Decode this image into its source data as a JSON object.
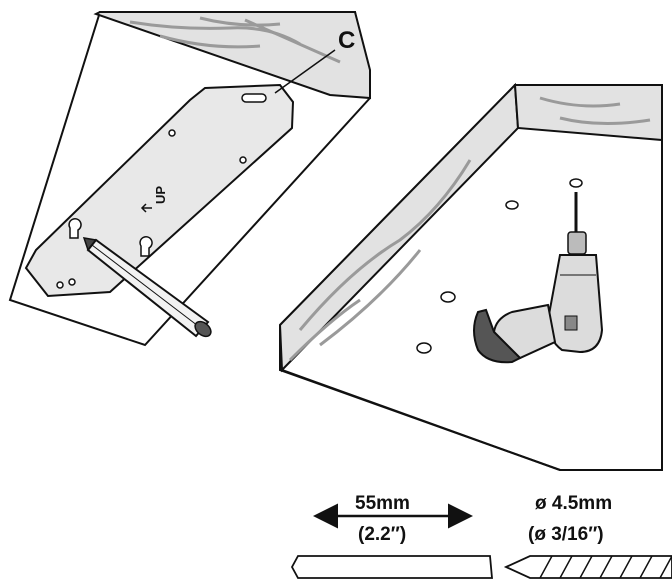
{
  "callout": {
    "letter": "C"
  },
  "plate": {
    "marking": "UP"
  },
  "length": {
    "metric": "55mm",
    "imperial": "(2.2″)"
  },
  "drill_bit": {
    "metric": "ø 4.5mm",
    "imperial": "(ø 3/16″)"
  },
  "colors": {
    "line": "#111111",
    "wood": "#d8d8d8",
    "plate": "#e8e8e8",
    "drill_body": "#dcdcdc"
  }
}
